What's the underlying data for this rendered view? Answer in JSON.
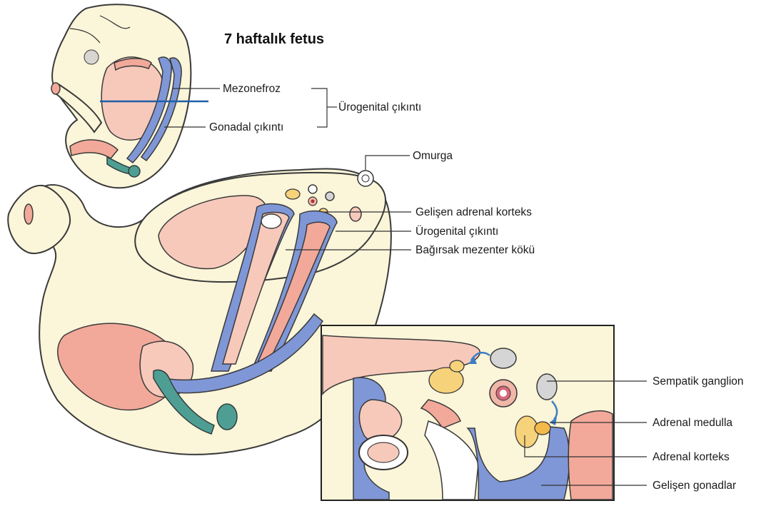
{
  "title": "7 haftalık fetus",
  "labels": {
    "mezonefroz": "Mezonefroz",
    "gonadal_cikinti": "Gonadal çıkıntı",
    "urogenital_cikinti_bracket": "Ürogenital çıkıntı",
    "omurga": "Omurga",
    "gelisen_adrenal_korteks": "Gelişen adrenal korteks",
    "urogenital_cikinti": "Ürogenital çıkıntı",
    "bagirsak_mezenter_koku": "Bağırsak mezenter kökü",
    "sempatik_ganglion": "Sempatik ganglion",
    "adrenal_medulla": "Adrenal medulla",
    "adrenal_korteks": "Adrenal korteks",
    "gelisen_gonadlar": "Gelişen gonadlar"
  },
  "colors": {
    "skin": "#fbf5d9",
    "mesonephros": "#f2a99a",
    "gonadal": "#7f97d6",
    "tube": "#4f9e94",
    "adrenal": "#f6d27a",
    "arrow": "#3b7fc4",
    "section_line": "#1f5fa8"
  }
}
